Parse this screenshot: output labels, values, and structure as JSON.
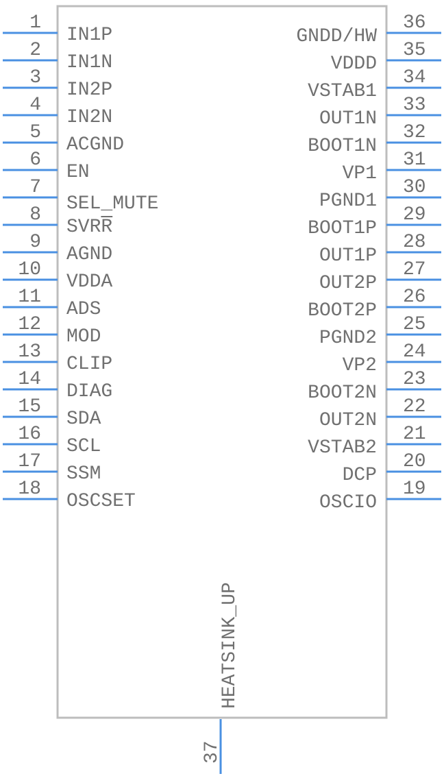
{
  "component": {
    "left_pins": [
      {
        "num": "1",
        "name": "IN1P"
      },
      {
        "num": "2",
        "name": "IN1N"
      },
      {
        "num": "3",
        "name": "IN2P"
      },
      {
        "num": "4",
        "name": "IN2N"
      },
      {
        "num": "5",
        "name": "ACGND"
      },
      {
        "num": "6",
        "name": "EN"
      },
      {
        "num": "7",
        "name": "SEL_MUTE"
      },
      {
        "num": "8",
        "name": "SVRR",
        "overbar": "R"
      },
      {
        "num": "9",
        "name": "AGND"
      },
      {
        "num": "10",
        "name": "VDDA"
      },
      {
        "num": "11",
        "name": "ADS"
      },
      {
        "num": "12",
        "name": "MOD"
      },
      {
        "num": "13",
        "name": "CLIP"
      },
      {
        "num": "14",
        "name": "DIAG"
      },
      {
        "num": "15",
        "name": "SDA"
      },
      {
        "num": "16",
        "name": "SCL"
      },
      {
        "num": "17",
        "name": "SSM"
      },
      {
        "num": "18",
        "name": "OSCSET"
      }
    ],
    "right_pins": [
      {
        "num": "36",
        "name": "GNDD/HW"
      },
      {
        "num": "35",
        "name": "VDDD"
      },
      {
        "num": "34",
        "name": "VSTAB1"
      },
      {
        "num": "33",
        "name": "OUT1N"
      },
      {
        "num": "32",
        "name": "BOOT1N"
      },
      {
        "num": "31",
        "name": "VP1"
      },
      {
        "num": "30",
        "name": "PGND1"
      },
      {
        "num": "29",
        "name": "BOOT1P"
      },
      {
        "num": "28",
        "name": "OUT1P"
      },
      {
        "num": "27",
        "name": "OUT2P"
      },
      {
        "num": "26",
        "name": "BOOT2P"
      },
      {
        "num": "25",
        "name": "PGND2"
      },
      {
        "num": "24",
        "name": "VP2"
      },
      {
        "num": "23",
        "name": "BOOT2N"
      },
      {
        "num": "22",
        "name": "OUT2N"
      },
      {
        "num": "21",
        "name": "VSTAB2"
      },
      {
        "num": "20",
        "name": "DCP"
      },
      {
        "num": "19",
        "name": "OSCIO"
      }
    ],
    "bottom_pin": {
      "num": "37",
      "name": "HEATSINK_UP"
    },
    "colors": {
      "pin": "#4a90e2",
      "text": "#707070",
      "outline": "#bdbdbd"
    }
  }
}
